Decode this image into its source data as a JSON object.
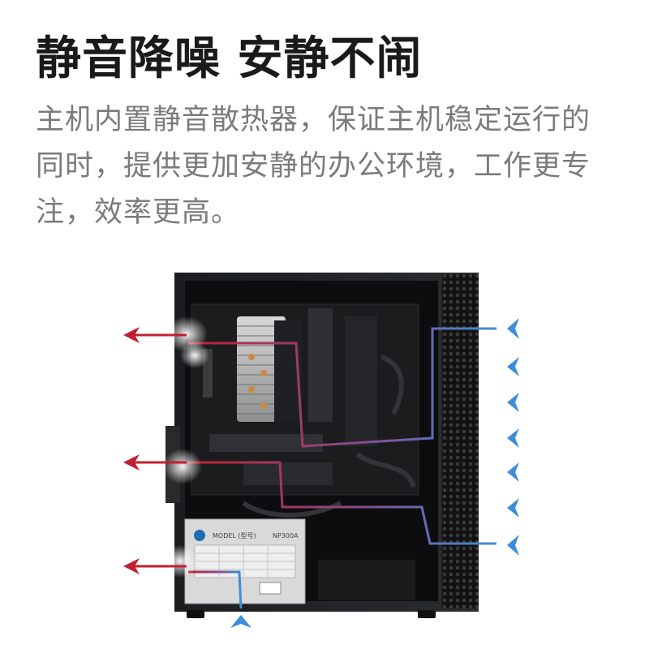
{
  "headline": "静音降噪 安静不闹",
  "description": {
    "lines": [
      "主机内置静音散热器，保证主机稳定运行的",
      "同时，提供更加安静的办公环境，工作更专",
      "注，效率更高。"
    ]
  },
  "psu": {
    "model_label": "MODEL (型号)",
    "model_number": "NP300A"
  },
  "colors": {
    "exhaust_arrow": "#c0202f",
    "intake_arrow": "#3d8ed8",
    "headline": "#1a1a1a",
    "description": "#7b7b7b"
  },
  "icons": [
    "exhaust-arrow-icon",
    "intake-chevron-icon"
  ]
}
